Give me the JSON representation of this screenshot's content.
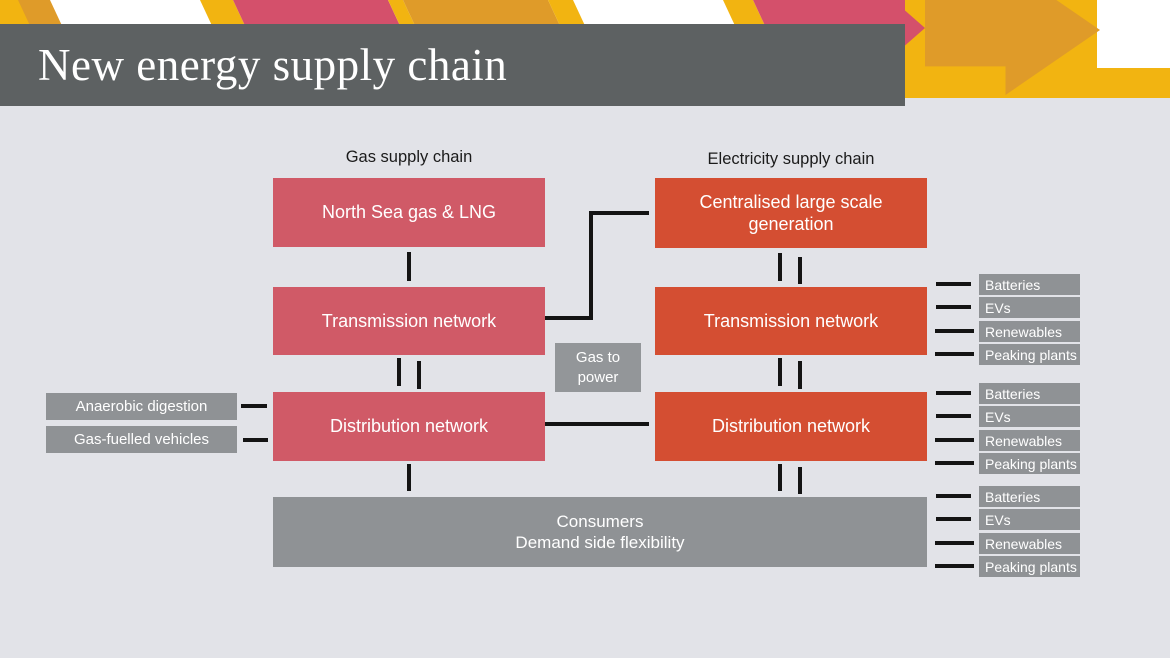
{
  "title": "New energy supply chain",
  "gas_chain": {
    "label": "Gas supply chain",
    "source": "North Sea gas & LNG",
    "transmission": "Transmission network",
    "distribution": "Distribution network"
  },
  "electricity_chain": {
    "label": "Electricity supply chain",
    "generation": "Centralised large scale generation",
    "transmission": "Transmission network",
    "distribution": "Distribution network"
  },
  "gas_to_power": "Gas to power",
  "feeders": {
    "anaerobic_digestion": "Anaerobic digestion",
    "gas_fuelled_vehicles": "Gas-fuelled vehicles"
  },
  "consumers": {
    "line1": "Consumers",
    "line2": "Demand side flexibility"
  },
  "side_groups": [
    {
      "items": [
        {
          "label": "Batteries",
          "direction": "both"
        },
        {
          "label": "EVs",
          "direction": "both"
        },
        {
          "label": "Renewables",
          "direction": "in"
        },
        {
          "label": "Peaking plants",
          "direction": "in"
        }
      ]
    },
    {
      "items": [
        {
          "label": "Batteries",
          "direction": "both"
        },
        {
          "label": "EVs",
          "direction": "both"
        },
        {
          "label": "Renewables",
          "direction": "in"
        },
        {
          "label": "Peaking plants",
          "direction": "in"
        }
      ]
    },
    {
      "items": [
        {
          "label": "Batteries",
          "direction": "both"
        },
        {
          "label": "EVs",
          "direction": "both"
        },
        {
          "label": "Renewables",
          "direction": "in"
        },
        {
          "label": "Peaking plants",
          "direction": "in"
        }
      ]
    }
  ],
  "colors": {
    "background": "#e2e3e8",
    "title_bar": "#5d6162",
    "title_text": "#ffffff",
    "gas_box": "#d05a67",
    "electricity_box": "#d44e32",
    "gray_box": "#8f9295",
    "arrow": "#141414",
    "deco_yellow": "#f2b411",
    "deco_orange": "#df9b29",
    "deco_pink": "#d4506b"
  }
}
